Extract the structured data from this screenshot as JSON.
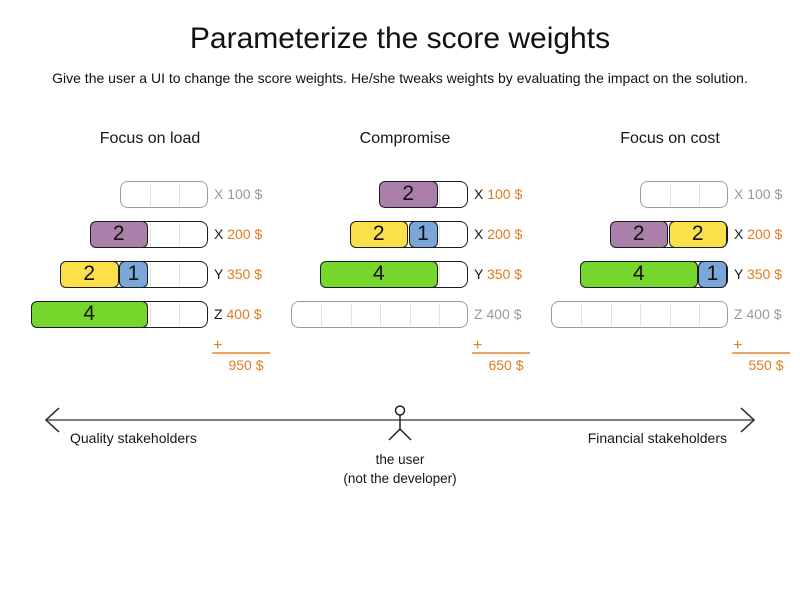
{
  "title": "Parameterize the score weights",
  "subtitle": "Give the user a UI to change the score weights. He/she tweaks weights by evaluating the impact on the solution.",
  "colors": {
    "purple": "#AA80AA",
    "yellow": "#FBE04B",
    "blue": "#7BA6D8",
    "green": "#77D62C",
    "orange": "#E07C1E",
    "orange_light": "#ECA45F",
    "idle_gray": "#999999"
  },
  "panels": [
    {
      "header": "Focus on load",
      "plus": "+",
      "total": "950 $",
      "rows": [
        {
          "cells": 3,
          "letter": "X",
          "amount": "100 $",
          "blocks": []
        },
        {
          "cells": 4,
          "letter": "X",
          "amount": "200 $",
          "blocks": [
            {
              "value": "2",
              "color": "purple",
              "span": 2
            }
          ]
        },
        {
          "cells": 5,
          "letter": "Y",
          "amount": "350 $",
          "blocks": [
            {
              "value": "2",
              "color": "yellow",
              "span": 2
            },
            {
              "value": "1",
              "color": "blue",
              "span": 1
            }
          ]
        },
        {
          "cells": 6,
          "letter": "Z",
          "amount": "400 $",
          "blocks": [
            {
              "value": "4",
              "color": "green",
              "span": 4
            }
          ]
        }
      ]
    },
    {
      "header": "Compromise",
      "plus": "+",
      "total": "650 $",
      "rows": [
        {
          "cells": 3,
          "letter": "X",
          "amount": "100 $",
          "blocks": [
            {
              "value": "2",
              "color": "purple",
              "span": 2
            }
          ]
        },
        {
          "cells": 4,
          "letter": "X",
          "amount": "200 $",
          "blocks": [
            {
              "value": "2",
              "color": "yellow",
              "span": 2
            },
            {
              "value": "1",
              "color": "blue",
              "span": 1
            }
          ]
        },
        {
          "cells": 5,
          "letter": "Y",
          "amount": "350 $",
          "blocks": [
            {
              "value": "4",
              "color": "green",
              "span": 4
            }
          ]
        },
        {
          "cells": 6,
          "letter": "Z",
          "amount": "400 $",
          "blocks": []
        }
      ]
    },
    {
      "header": "Focus on cost",
      "plus": "+",
      "total": "550 $",
      "rows": [
        {
          "cells": 3,
          "letter": "X",
          "amount": "100 $",
          "blocks": []
        },
        {
          "cells": 4,
          "letter": "X",
          "amount": "200 $",
          "blocks": [
            {
              "value": "2",
              "color": "purple",
              "span": 2
            },
            {
              "value": "2",
              "color": "yellow",
              "span": 2
            }
          ]
        },
        {
          "cells": 5,
          "letter": "Y",
          "amount": "350 $",
          "blocks": [
            {
              "value": "4",
              "color": "green",
              "span": 4
            },
            {
              "value": "1",
              "color": "blue",
              "span": 1
            }
          ]
        },
        {
          "cells": 6,
          "letter": "Z",
          "amount": "400 $",
          "blocks": []
        }
      ]
    }
  ],
  "axis": {
    "left_label": "Quality stakeholders",
    "right_label": "Financial stakeholders",
    "caption_line1": "the user",
    "caption_line2": "(not the developer)"
  }
}
